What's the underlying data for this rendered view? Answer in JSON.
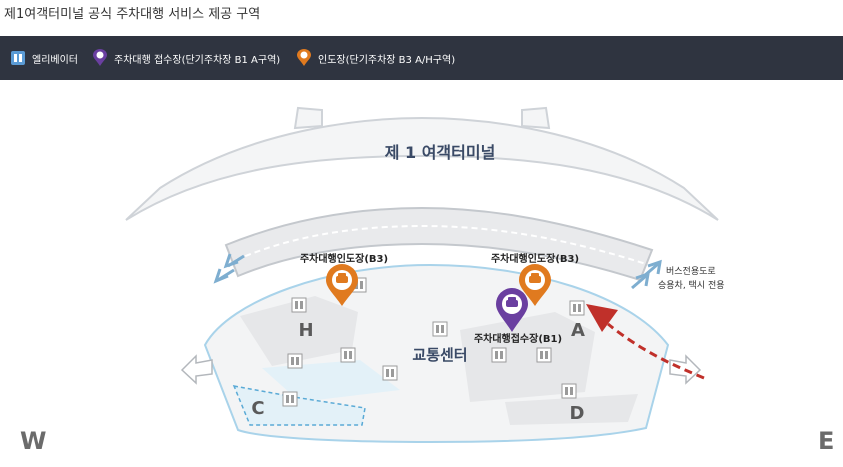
{
  "header": {
    "title": "제1여객터미널 공식 주차대행 서비스 제공 구역"
  },
  "legend": {
    "elevator": "엘리베이터",
    "pickup": "주차대행 접수장(단기주차장 B1 A구역)",
    "dropoff": "인도장(단기주차장 B3 A/H구역)"
  },
  "map": {
    "terminal": "제 1 여객터미널",
    "transport_center": "교통센터",
    "dropoff_left": "주차대행인도장(B3)",
    "dropoff_right": "주차대행인도장(B3)",
    "pickup_label": "주차대행접수장(B1)",
    "bus_line1": "버스전용도로",
    "bus_line2": "승용차, 택시 전용",
    "zone_h": "H",
    "zone_a": "A",
    "zone_c": "C",
    "zone_d": "D",
    "west": "W",
    "east": "E"
  },
  "colors": {
    "pickup": "#6a3fa0",
    "dropoff": "#e07a1f",
    "arrow": "#c0302a",
    "legend_bg": "#2f3440"
  },
  "icons": [
    "elevator-icon",
    "pickup-pin-icon",
    "dropoff-pin-icon",
    "car-icon",
    "arrow-icon"
  ]
}
